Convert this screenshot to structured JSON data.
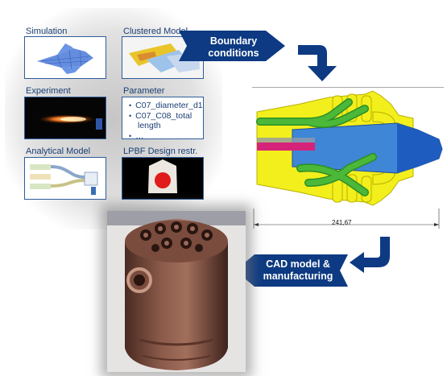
{
  "tiles": {
    "simulation": "Simulation",
    "clustered_model": "Clustered Model",
    "experiment": "Experiment",
    "parameter": "Parameter",
    "analytical_model": "Analytical Model",
    "lpbf": "LPBF Design restr."
  },
  "parameter_list": {
    "item1": "C07_diameter_d1",
    "item2": "C07_C08_total",
    "item2_cont": "length",
    "item3": "…"
  },
  "arrows": {
    "boundary_line1": "Boundary",
    "boundary_line2": "conditions",
    "cad_line1": "CAD model &",
    "cad_line2": "manufacturing"
  },
  "dimension": "241,67",
  "colors": {
    "arrow_blue": "#0d3a82",
    "tile_border": "#2e5d9a",
    "yellow": "#f2ef1c",
    "green": "#4cb83a",
    "blue_part": "#3f86d6",
    "magenta": "#d6237a"
  }
}
